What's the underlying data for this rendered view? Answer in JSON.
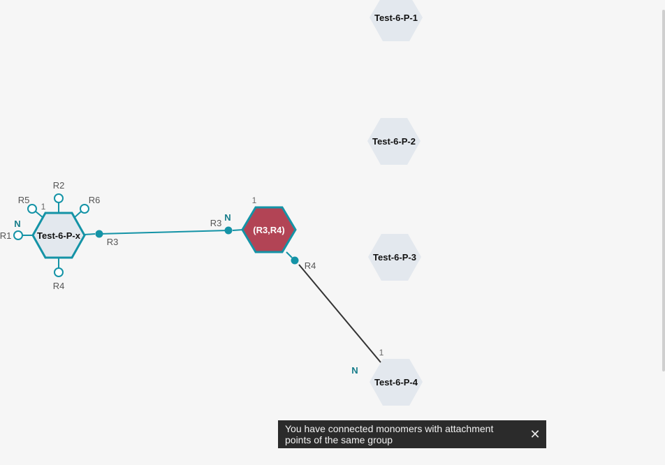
{
  "monomers": {
    "px": {
      "name": "Test-6-P-x",
      "number": "1",
      "n_label": "N"
    },
    "r3r4": {
      "name": "(R3,R4)",
      "number": "1",
      "n_label": "N"
    },
    "p1": {
      "name": "Test-6-P-1"
    },
    "p2": {
      "name": "Test-6-P-2"
    },
    "p3": {
      "name": "Test-6-P-3"
    },
    "p4": {
      "name": "Test-6-P-4",
      "number": "1",
      "n_label": "N"
    }
  },
  "attachment_points": {
    "r1": "R1",
    "r2": "R2",
    "r3": "R3",
    "r4": "R4",
    "r5": "R5",
    "r6": "R6",
    "bond_r3": "R3",
    "bond_r4": "R4"
  },
  "colors": {
    "teal": "#1493a6",
    "hex_fill": "#e3e8ee",
    "selected_fill": "#b24455",
    "toast_bg": "#2b2b2b"
  },
  "toast": {
    "message": "You have connected monomers with attachment points of the same group",
    "close_icon": "close-icon"
  }
}
